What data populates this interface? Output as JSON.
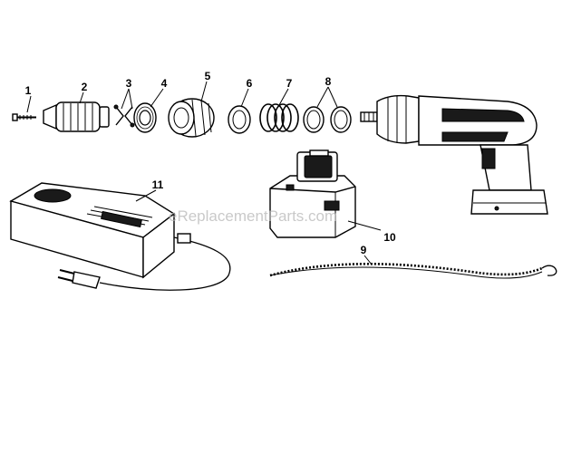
{
  "watermark": "eReplacementParts.com",
  "callouts": [
    "1",
    "2",
    "3",
    "4",
    "5",
    "6",
    "7",
    "8",
    "9",
    "10",
    "11"
  ],
  "colors": {
    "ink": "#000000",
    "paper": "#ffffff",
    "watermark": "#b8b8b8"
  }
}
